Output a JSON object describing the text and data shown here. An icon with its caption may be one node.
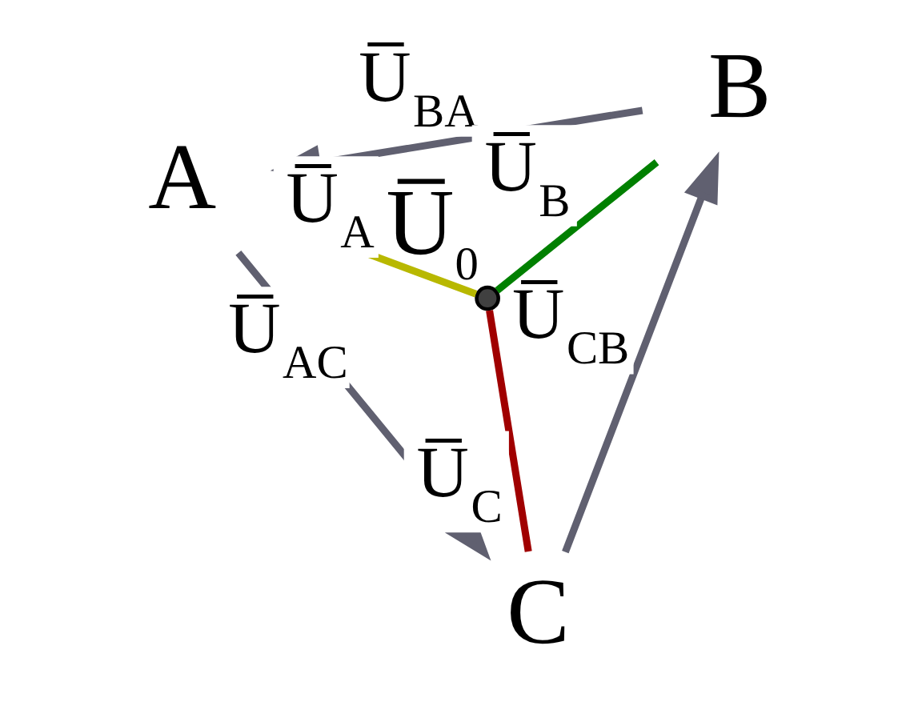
{
  "diagram": {
    "nodes": [
      {
        "text": [
          "A"
        ]
      },
      {
        "text": [
          "B"
        ]
      },
      {
        "text": [
          "C"
        ]
      },
      {
        "text": [],
        "shape": "circle",
        "beside": [
          "U̅$_{0}$"
        ]
      }
    ],
    "edges": [
      {
        "from": 0,
        "to": 2,
        "arrow": "to",
        "label": "U̅$_{AC}$"
      },
      {
        "from": 1,
        "to": 0,
        "arrow": "to",
        "label": "U̅$_{BA}$"
      },
      {
        "from": 2,
        "to": 1,
        "arrow": "to",
        "label": "U̅$_{CB}$"
      },
      {
        "from": 3,
        "to": 0,
        "arrow": "none",
        "label": "U̅$_{A}$",
        "color": "#b8b800"
      },
      {
        "from": 3,
        "to": 1,
        "arrow": "none",
        "label": "U̅$_{B}$",
        "color": "#008000"
      },
      {
        "from": 3,
        "to": 2,
        "arrow": "none",
        "label": "U̅$_{C}$",
        "color": "#a00000"
      }
    ]
  }
}
